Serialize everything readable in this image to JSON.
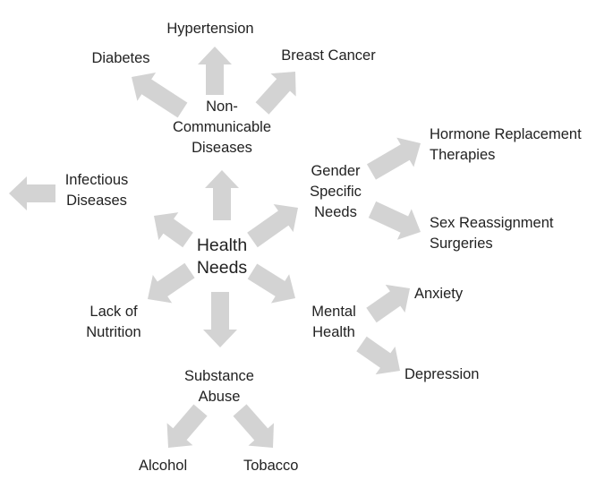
{
  "arrow_color": "#d3d3d3",
  "text_color": "#222222",
  "center": [
    "Health",
    "Needs"
  ],
  "non_communicable": [
    "Non-",
    "Communicable",
    "Diseases"
  ],
  "hypertension": "Hypertension",
  "diabetes": "Diabetes",
  "breast_cancer": "Breast Cancer",
  "infectious": [
    "Infectious",
    "Diseases"
  ],
  "gender_specific": [
    "Gender",
    "Specific",
    "Needs"
  ],
  "hormone": [
    "Hormone Replacement",
    "Therapies"
  ],
  "sex_reassignment": [
    "Sex Reassignment",
    "Surgeries"
  ],
  "mental_health": [
    "Mental",
    "Health"
  ],
  "anxiety": "Anxiety",
  "depression": "Depression",
  "lack_nutrition": [
    "Lack of",
    "Nutrition"
  ],
  "substance_abuse": [
    "Substance",
    "Abuse"
  ],
  "alcohol": "Alcohol",
  "tobacco": "Tobacco"
}
